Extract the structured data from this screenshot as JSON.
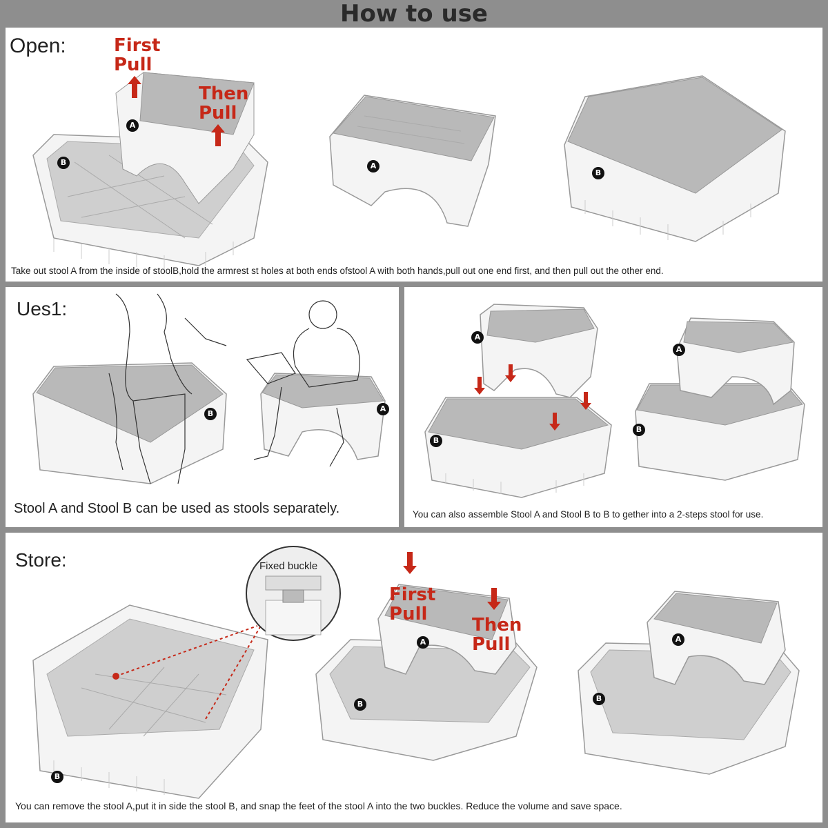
{
  "title": "How to use",
  "open": {
    "header": "Open:",
    "first_pull": "First Pull",
    "then_pull": "Then Pull",
    "caption": "Take out stool A from the inside of stoolB,hold the armrest st holes at both ends ofstool A with both hands,pull out one end first, and then pull out the other end."
  },
  "use1": {
    "header": "Ues1:",
    "caption": "Stool A and Stool B can be used as stools separately."
  },
  "use2": {
    "caption": "You can also assemble Stool A and Stool B to B to gether into a 2-steps stool for use."
  },
  "store": {
    "header": "Store:",
    "fixed_buckle": "Fixed buckle",
    "first_pull": "First Pull",
    "then_pull": "Then Pull",
    "caption": "You can remove the stool A,put it in side the stool B, and snap the feet of the stool A into the two buckles. Reduce the volume and save space."
  },
  "labels": {
    "a": "A",
    "b": "B"
  },
  "colors": {
    "accent_red": "#c62818",
    "stool_top": "#b9b9b9",
    "stool_body": "#f4f4f4",
    "frame": "#8e8e8e"
  }
}
